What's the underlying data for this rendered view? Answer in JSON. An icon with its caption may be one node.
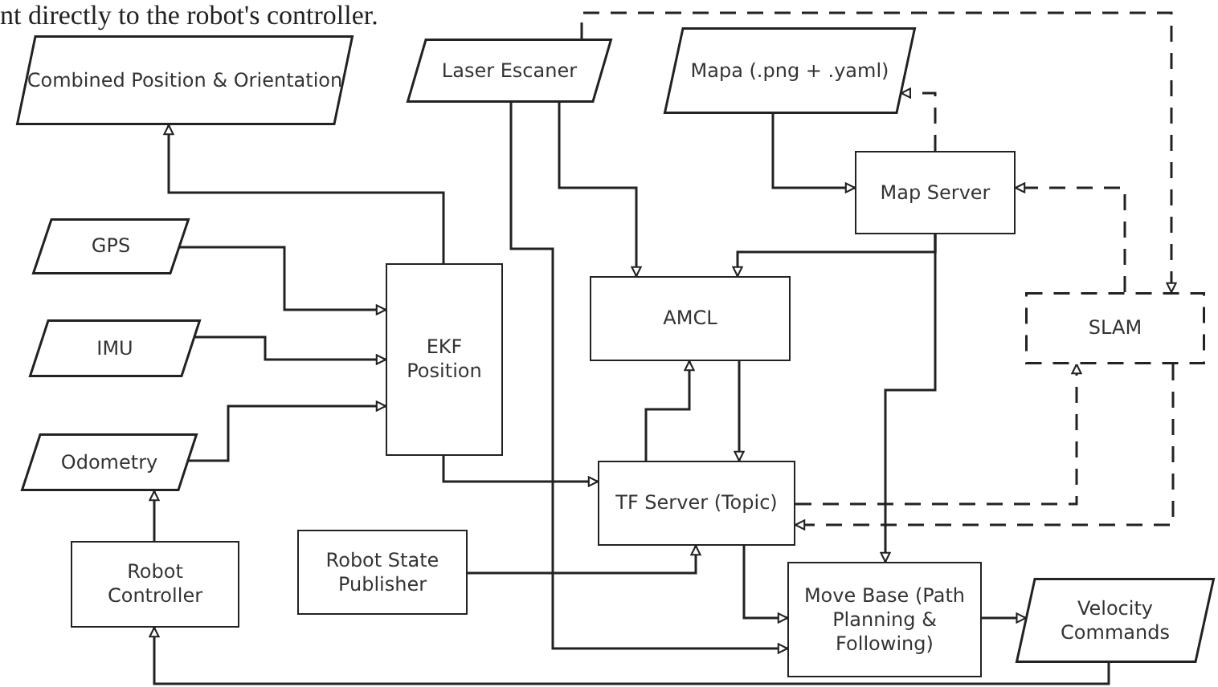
{
  "diagram": {
    "nodes": [
      {
        "text": [
          "Combined Position & Orientation"
        ]
      },
      {
        "text": [
          "Laser Escaner"
        ]
      },
      {
        "text": [
          "Mapa (.png + .yaml)"
        ]
      },
      {
        "text": [
          "Map Server"
        ]
      },
      {
        "text": [
          "GPS"
        ]
      },
      {
        "text": [
          "IMU"
        ]
      },
      {
        "text": [
          "EKF Position"
        ]
      },
      {
        "text": [
          "AMCL"
        ]
      },
      {
        "text": [
          "SLAM"
        ]
      },
      {
        "text": [
          "Odometry"
        ]
      },
      {
        "text": [
          "TF Server (Topic)"
        ]
      },
      {
        "text": [
          "Robot Controller"
        ]
      },
      {
        "text": [
          "Robot State Publisher"
        ]
      },
      {
        "text": [
          "Move Base (Path Planning & Following)"
        ]
      },
      {
        "text": [
          "Velocity Commands"
        ]
      }
    ],
    "edges": [
      {
        "from": 6,
        "to": 0,
        "arrow": "to"
      },
      {
        "from": 4,
        "to": 6,
        "arrow": "to"
      },
      {
        "from": 5,
        "to": 6,
        "arrow": "to"
      },
      {
        "from": 9,
        "to": 6,
        "arrow": "to"
      },
      {
        "from": 11,
        "to": 9,
        "arrow": "to"
      },
      {
        "from": 6,
        "to": 10,
        "arrow": "to"
      },
      {
        "from": 1,
        "to": 7,
        "arrow": "to"
      },
      {
        "from": 1,
        "to": 13,
        "arrow": "to"
      },
      {
        "from": 2,
        "to": 3,
        "arrow": "to"
      },
      {
        "from": 3,
        "to": 2,
        "arrow": "to",
        "style": "dashed"
      },
      {
        "from": 8,
        "to": 3,
        "arrow": "to",
        "style": "dashed"
      },
      {
        "from": 1,
        "to": 8,
        "arrow": "to",
        "style": "dashed"
      },
      {
        "from": 3,
        "to": 7,
        "arrow": "to"
      },
      {
        "from": 3,
        "to": 13,
        "arrow": "to"
      },
      {
        "from": 7,
        "to": 10,
        "arrow": "to"
      },
      {
        "from": 10,
        "to": 7,
        "arrow": "to"
      },
      {
        "from": 10,
        "to": 8,
        "arrow": "to",
        "style": "dashed"
      },
      {
        "from": 8,
        "to": 10,
        "arrow": "to",
        "style": "dashed"
      },
      {
        "from": 10,
        "to": 13,
        "arrow": "to"
      },
      {
        "from": 12,
        "to": 10,
        "arrow": "to"
      },
      {
        "from": 13,
        "to": 14,
        "arrow": "to"
      },
      {
        "from": 14,
        "to": 11,
        "arrow": "to"
      }
    ],
    "labels": [
      "nt directly to the robot's controller."
    ]
  }
}
